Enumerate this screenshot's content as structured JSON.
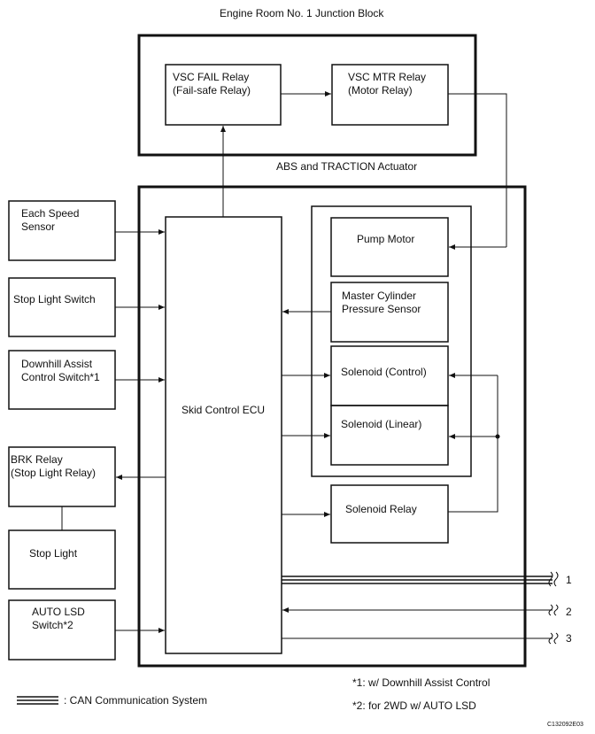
{
  "title": "Engine Room No. 1 Junction Block",
  "relays": {
    "fail": "VSC FAIL Relay\n(Fail-safe Relay)",
    "motor": "VSC MTR Relay\n(Motor Relay)"
  },
  "actuator_label": "ABS and TRACTION Actuator",
  "inputs": {
    "speed_sensor": "Each Speed\nSensor",
    "stop_light_switch": "Stop Light Switch",
    "downhill_switch": "Downhill Assist\nControl Switch*1",
    "brk_relay": "BRK Relay\n(Stop Light Relay)",
    "stop_light": "Stop Light",
    "auto_lsd": "AUTO LSD\nSwitch*2"
  },
  "ecu": "Skid Control ECU",
  "actuator": {
    "pump_motor": "Pump Motor",
    "mc_sensor": "Master Cylinder\nPressure Sensor",
    "solenoid_control": "Solenoid (Control)",
    "solenoid_linear": "Solenoid (Linear)",
    "solenoid_relay": "Solenoid Relay"
  },
  "connectors": [
    "1",
    "2",
    "3"
  ],
  "notes": {
    "note1": "*1: w/ Downhill Assist Control",
    "note2": "*2: for 2WD w/ AUTO LSD"
  },
  "legend": {
    "can": ": CAN Communication System"
  },
  "figure_code": "C132092E03"
}
